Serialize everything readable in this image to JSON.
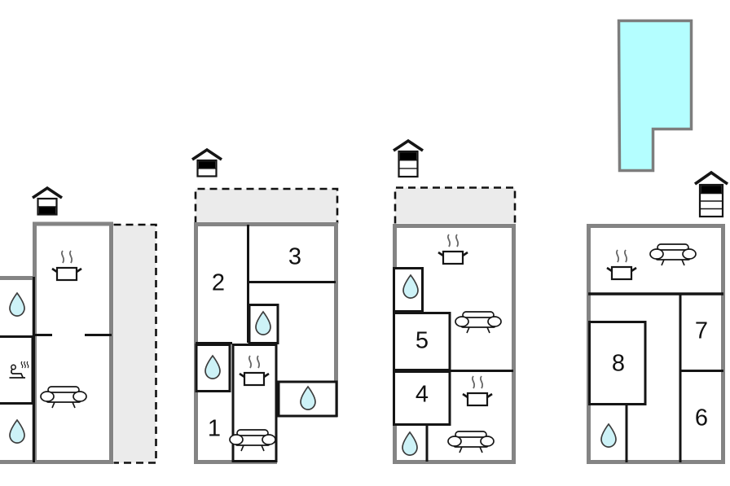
{
  "figure": {
    "kind": "holiday-home-floor-plans",
    "background": "#ffffff"
  },
  "colors": {
    "outer_wall_gray": "#848484",
    "inner_wall_black": "#151515",
    "terrace_fill": "#ebebeb",
    "terrace_dash": "#111111",
    "pool_fill": "#b4feff",
    "pool_stroke": "#7d7d7d",
    "water_drop_fill": "#cdf2f7",
    "label_color": "#111111"
  },
  "pool": {
    "name": "swimming-pool",
    "shape": "L-shaped"
  },
  "floorplans": [
    {
      "name": "ground-floor",
      "level_indicator": "house-level-1-of-2",
      "terrace": true,
      "features": [
        "kitchen",
        "sofa",
        "water-drop",
        "sauna",
        "water-drop"
      ],
      "rooms": []
    },
    {
      "name": "first-floor",
      "level_indicator": "house-level-2-of-2",
      "terrace": true,
      "features": [
        "kitchen",
        "sofa",
        "water-drop",
        "water-drop",
        "water-drop"
      ],
      "rooms": [
        {
          "label": "1"
        },
        {
          "label": "2"
        },
        {
          "label": "3"
        }
      ]
    },
    {
      "name": "second-floor",
      "level_indicator": "house-level-3-of-3",
      "terrace": true,
      "features": [
        "kitchen",
        "kitchen",
        "sofa",
        "sofa",
        "water-drop",
        "water-drop"
      ],
      "rooms": [
        {
          "label": "4"
        },
        {
          "label": "5"
        }
      ]
    },
    {
      "name": "third-floor",
      "level_indicator": "house-level-4-of-4",
      "terrace": false,
      "features": [
        "kitchen",
        "sofa",
        "water-drop"
      ],
      "rooms": [
        {
          "label": "6"
        },
        {
          "label": "7"
        },
        {
          "label": "8"
        }
      ]
    }
  ]
}
